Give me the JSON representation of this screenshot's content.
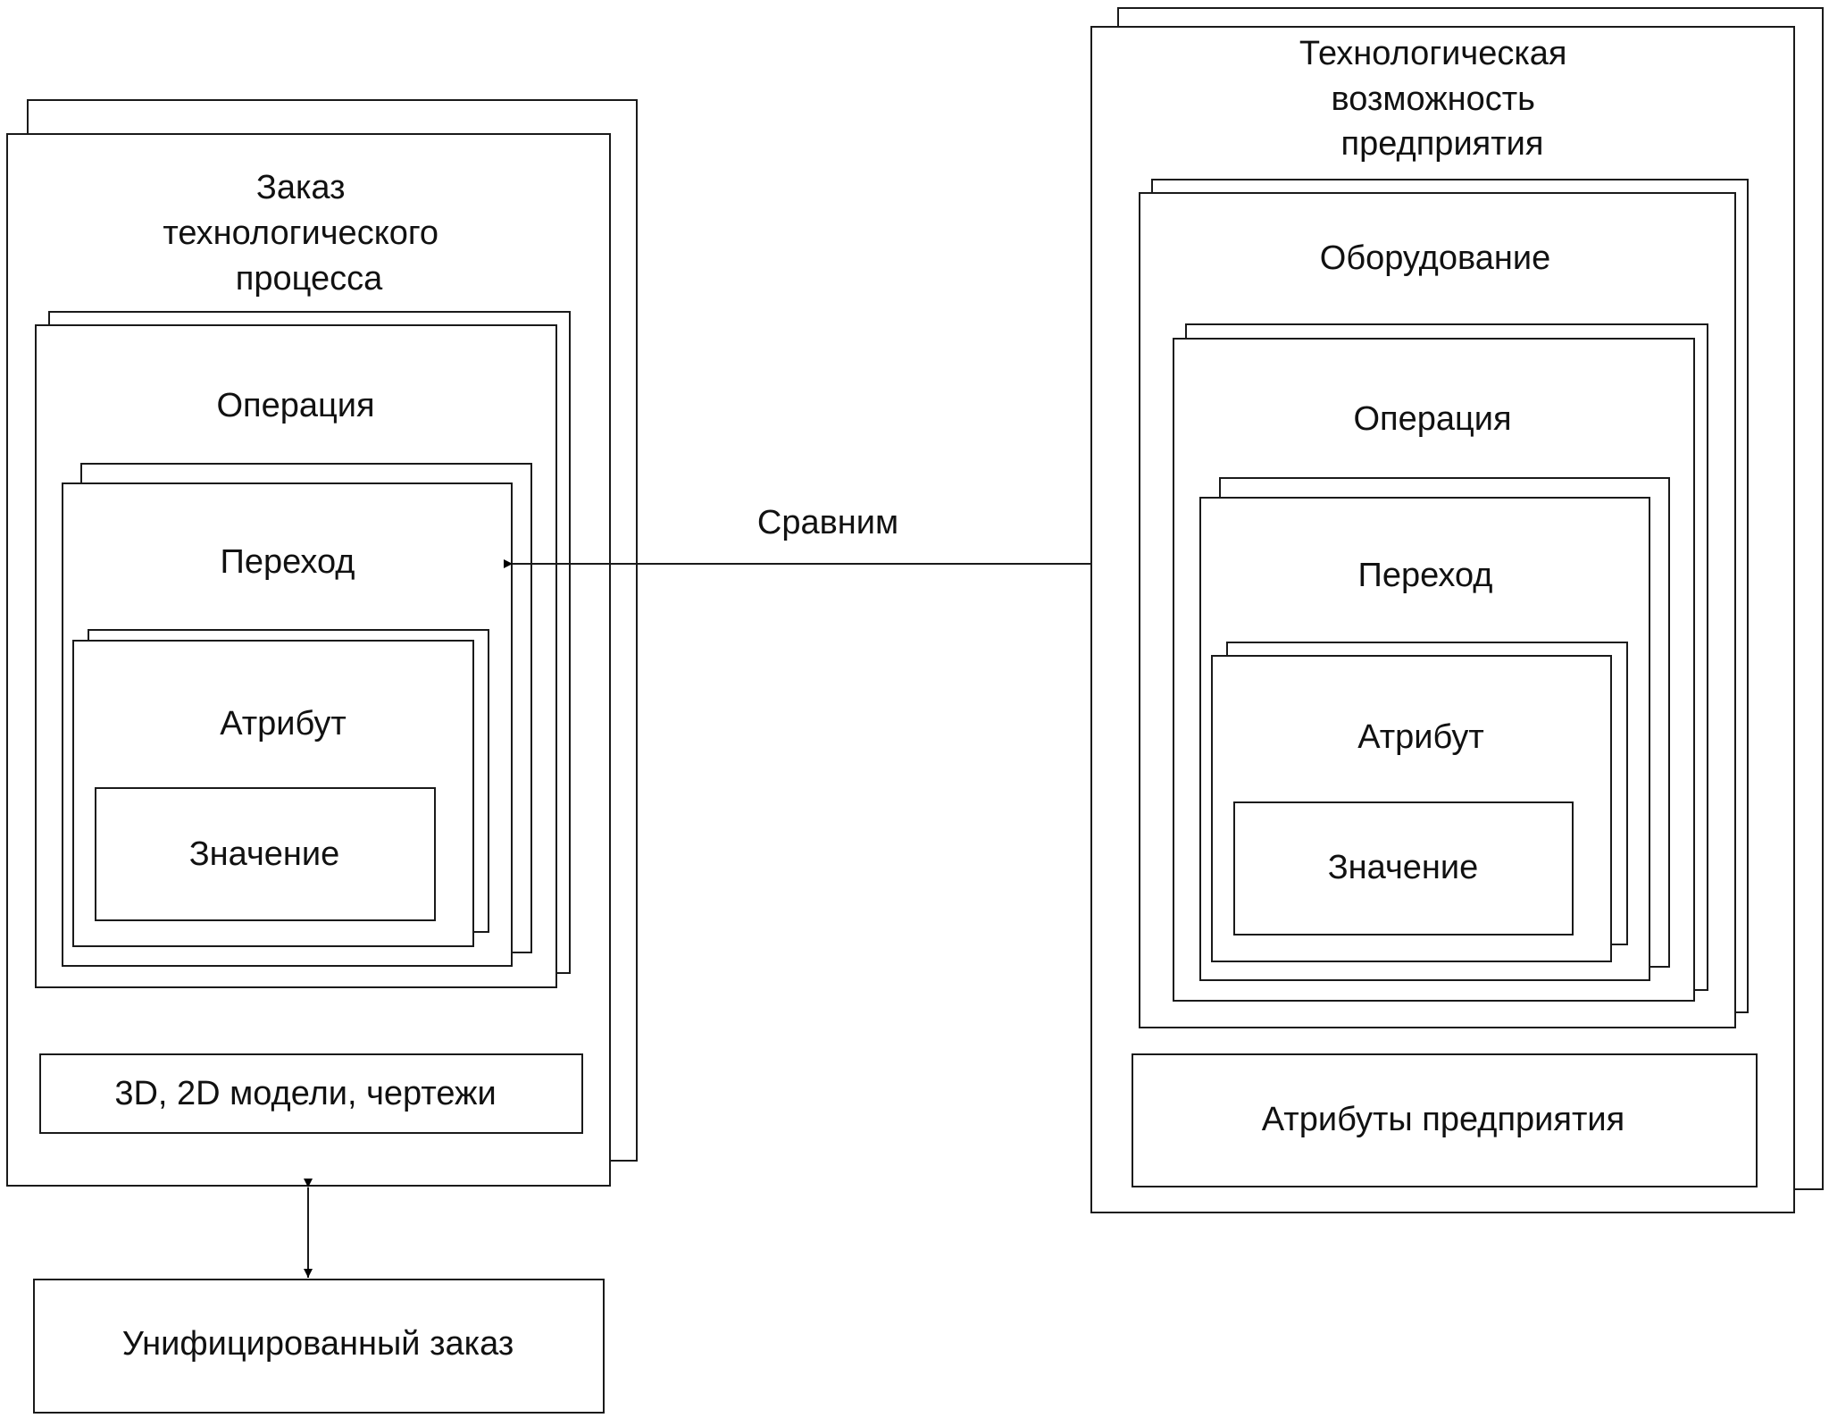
{
  "left": {
    "title_lines": [
      "Заказ",
      "технологического",
      "процесса"
    ],
    "operation": "Операция",
    "transition": "Переход",
    "attribute": "Атрибут",
    "value": "Значение",
    "models": "3D, 2D модели, чертежи",
    "unified": "Унифицированный заказ"
  },
  "right": {
    "title_lines": [
      "Технологическая",
      "возможность",
      "предприятия"
    ],
    "equipment": "Оборудование",
    "operation": "Операция",
    "transition": "Переход",
    "attribute": "Атрибут",
    "value": "Значение",
    "enterprise_attributes": "Атрибуты предприятия"
  },
  "compare_label": "Сравним",
  "colors": {
    "stroke": "#1a1a1a",
    "text": "#111111",
    "background": "#ffffff"
  }
}
